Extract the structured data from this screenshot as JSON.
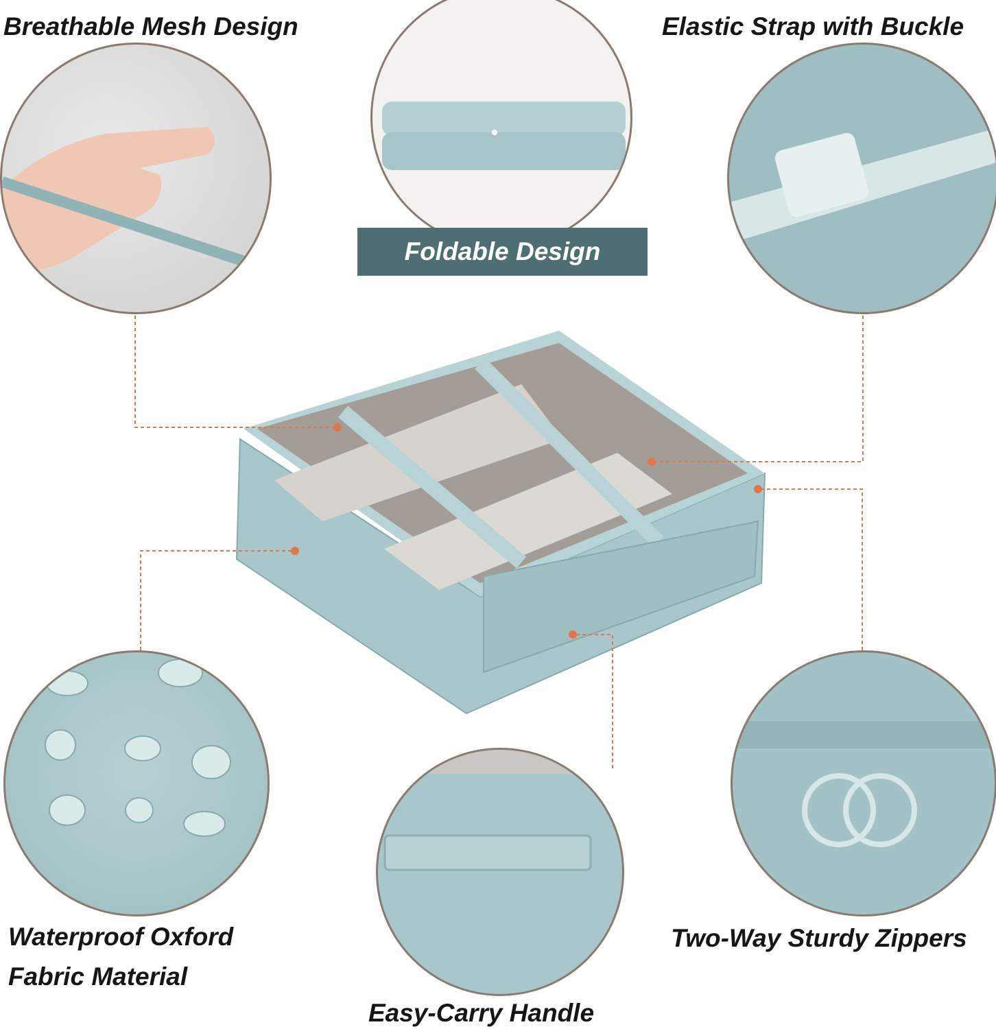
{
  "features": {
    "mesh": "Breathable Mesh Design",
    "strap": "Elastic Strap with Buckle",
    "foldable": "Foldable Design",
    "waterproof_line1": "Waterproof Oxford",
    "waterproof_line2": "Fabric Material",
    "handle": "Easy-Carry Handle",
    "zippers": "Two-Way Sturdy Zippers"
  },
  "colors": {
    "bag": "#a9c7ca",
    "banner": "#4e6f72",
    "leader": "#e0774a"
  }
}
